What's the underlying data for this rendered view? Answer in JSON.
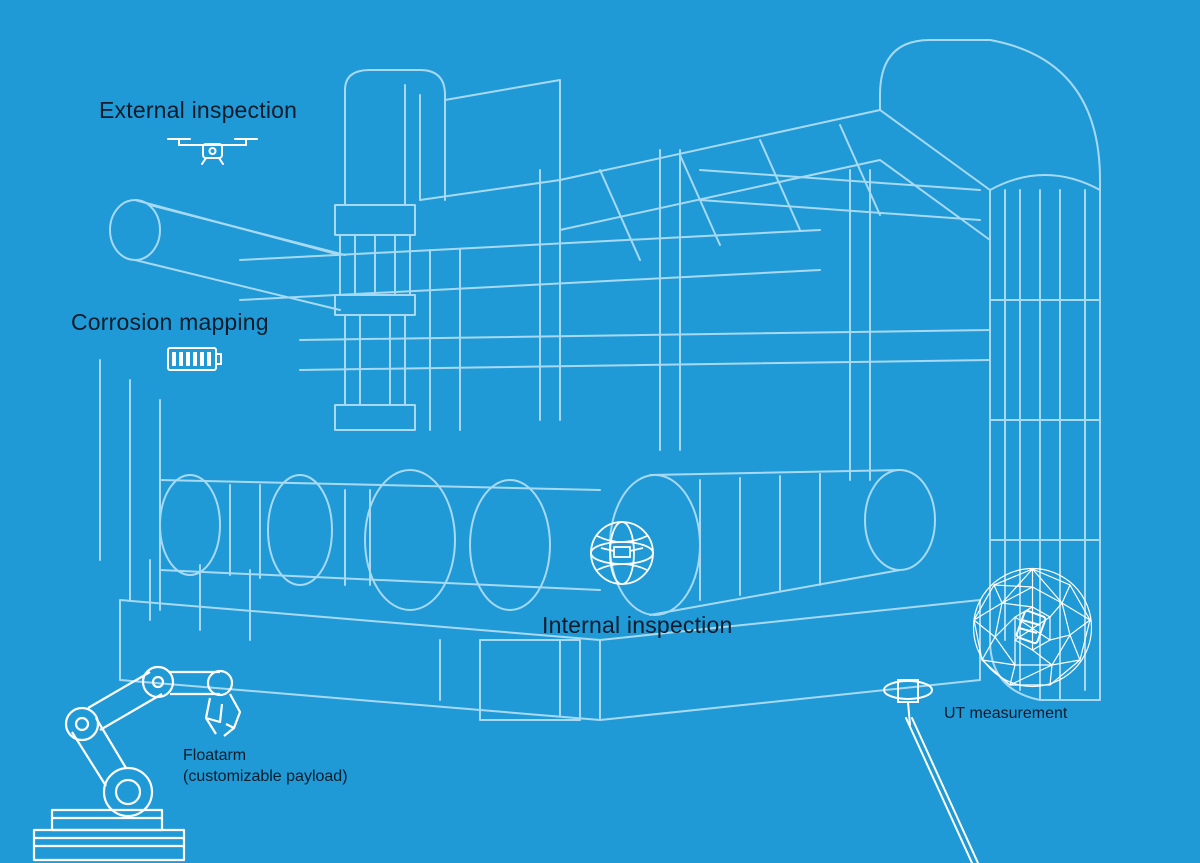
{
  "labels": {
    "external_inspection": "External inspection",
    "corrosion_mapping": "Corrosion mapping",
    "internal_inspection": "Internal inspection",
    "ut_measurement": "UT measurement",
    "floatarm_line1": "Floatarm",
    "floatarm_line2": "(customizable payload)"
  },
  "colors": {
    "background": "#1f9ad6",
    "sketch_line": "#bfe4f7",
    "icon_line": "#ffffff",
    "text": "#0d1b2a"
  },
  "icons": [
    "drone-icon",
    "battery-icon",
    "caged-drone-icon",
    "geodesic-sphere-drone-icon",
    "ut-probe-icon",
    "robot-arm-icon"
  ]
}
